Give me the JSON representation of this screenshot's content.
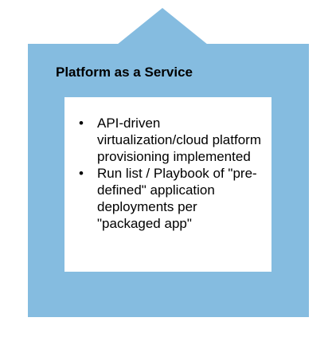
{
  "colors": {
    "house_fill": "#85BCE0",
    "inner_fill": "#FFFFFF"
  },
  "title": "Platform as a Service",
  "bullets": [
    "API-driven virtualization/cloud platform provisioning implemented",
    "Run list / Playbook of \"pre-defined\" application deployments per \"packaged app\""
  ]
}
